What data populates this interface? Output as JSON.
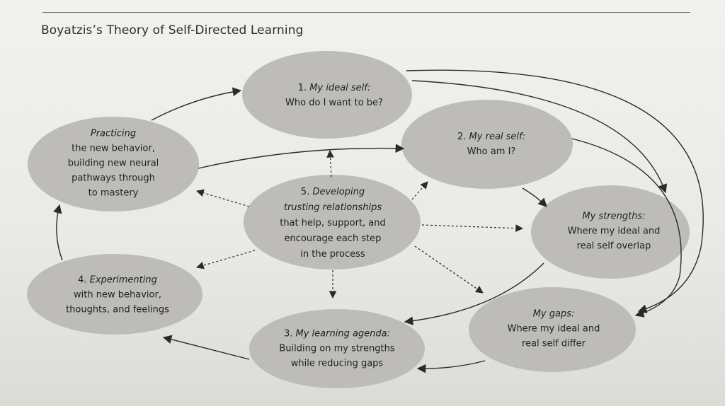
{
  "title": "Boyatzis’s Theory of Self-Directed Learning",
  "colors": {
    "node_fill": "#bdbcb8",
    "arrow": "#2a2a2a",
    "background": "#ecebe7"
  },
  "nodes": {
    "ideal_self": {
      "line1_num": "1. ",
      "line1_it": "My ideal self:",
      "line2": "Who do I want to be?"
    },
    "real_self": {
      "line1_num": "2. ",
      "line1_it": "My real self:",
      "line2": "Who am I?"
    },
    "strengths": {
      "line1_it": "My strengths:",
      "line2": "Where my ideal and",
      "line3": "real self overlap"
    },
    "gaps": {
      "line1_it": "My gaps:",
      "line2": "Where my ideal and",
      "line3": "real self differ"
    },
    "agenda": {
      "line1_num": "3. ",
      "line1_it": "My learning agenda:",
      "line2": "Building on my strengths",
      "line3": "while reducing gaps"
    },
    "experimenting": {
      "line1_num": "4. ",
      "line1_it": "Experimenting",
      "line2": "with new behavior,",
      "line3": "thoughts, and feelings"
    },
    "practicing": {
      "line1_it": "Practicing",
      "line2": "the new behavior,",
      "line3": "building new neural",
      "line4": "pathways through",
      "line5": "to mastery"
    },
    "relationships": {
      "line1_num": "5. ",
      "line1_it": "Developing",
      "line2_it": "trusting relationships",
      "line3": "that help, support, and",
      "line4": "encourage each step",
      "line5": "in the process"
    }
  }
}
